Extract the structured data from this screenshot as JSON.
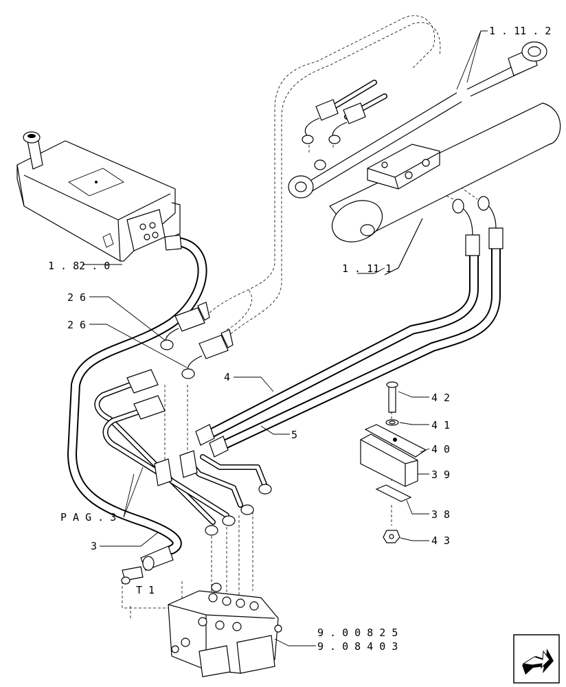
{
  "callouts": {
    "ref_1_11_2": "1 . 11 . 2",
    "ref_1_82_0": "1 . 82 . 0",
    "ref_1_11_1": "1 . 11   1",
    "p26a": "2 6",
    "p26b": "2 6",
    "p4": "4",
    "p5": "5",
    "p42": "4 2",
    "p41": "4 1",
    "p40": "4 0",
    "p39": "3 9",
    "p38": "3 8",
    "p43": "4 3",
    "pag3": "P A G . 3",
    "p3": "3",
    "t1": "T 1",
    "ref_9_00825": "9 . 0 0 8 2 5",
    "ref_9_08403": "9 . 0 8 4 0 3"
  },
  "nav": {
    "icon": "next-page-arrow-icon"
  }
}
